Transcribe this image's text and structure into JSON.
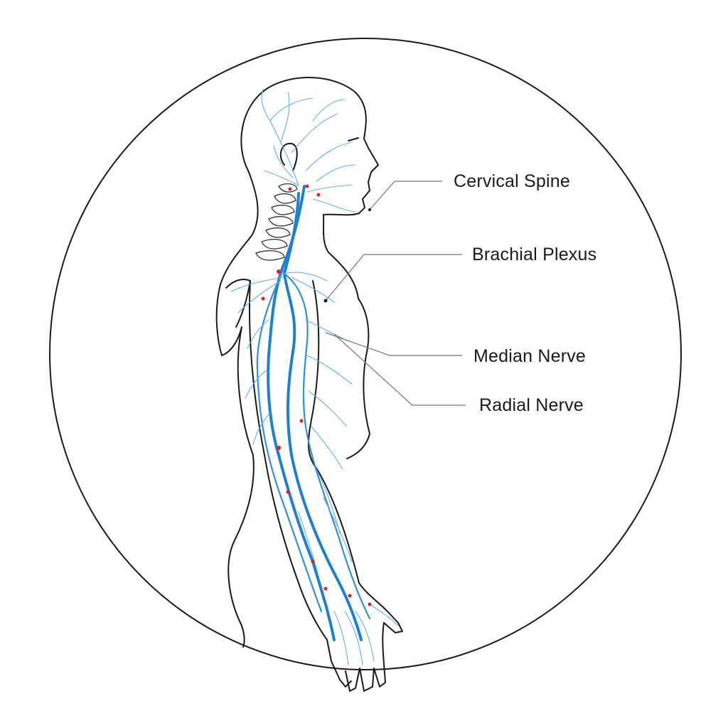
{
  "labels": {
    "cervical_spine": "Cervical Spine",
    "brachial_plexus": "Brachial Plexus",
    "median_nerve": "Median Nerve",
    "radial_nerve": "Radial Nerve"
  },
  "colors": {
    "nerve": "#1e7fd6",
    "nerve_branch": "#5fb0ee",
    "marker": "#e02020",
    "outline": "#1a1a1a"
  }
}
